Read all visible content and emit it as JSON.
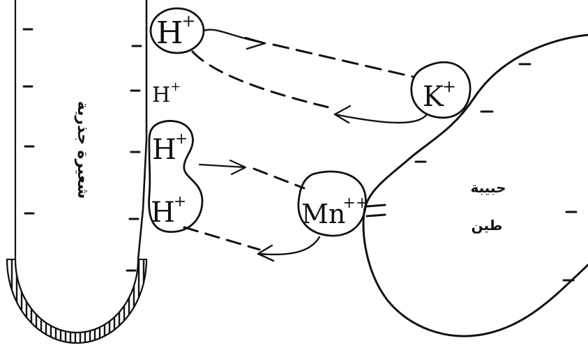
{
  "diagram": {
    "root_hair_label": "شعيرة جذرية",
    "clay_particle_label": {
      "line1": "حبيبة",
      "line2": "طين"
    },
    "ions": {
      "h_top": {
        "base": "H",
        "charge": "+"
      },
      "h_free": {
        "base": "H",
        "charge": "+"
      },
      "h_pair_upper": {
        "base": "H",
        "charge": "+"
      },
      "h_pair_lower": {
        "base": "H",
        "charge": "+"
      },
      "potassium": {
        "base": "K",
        "charge": "+"
      },
      "manganese": {
        "base": "Mn",
        "charge": "++"
      }
    }
  }
}
